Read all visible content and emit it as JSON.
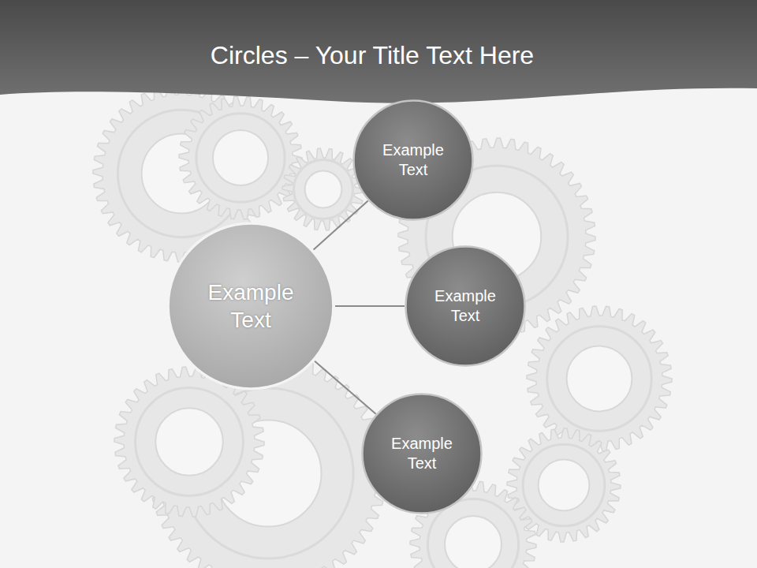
{
  "diagram": {
    "title": "Circles – Your Title Text Here",
    "nodes": [
      {
        "text": [
          "Example Text"
        ]
      },
      {
        "text": [
          "Example Text"
        ]
      },
      {
        "text": [
          "Example Text"
        ]
      },
      {
        "text": [
          "Example Text"
        ]
      }
    ],
    "edges": [
      {
        "from": 0,
        "to": 1,
        "arrow": "none"
      },
      {
        "from": 0,
        "to": 2,
        "arrow": "none"
      },
      {
        "from": 0,
        "to": 3,
        "arrow": "none"
      }
    ]
  }
}
